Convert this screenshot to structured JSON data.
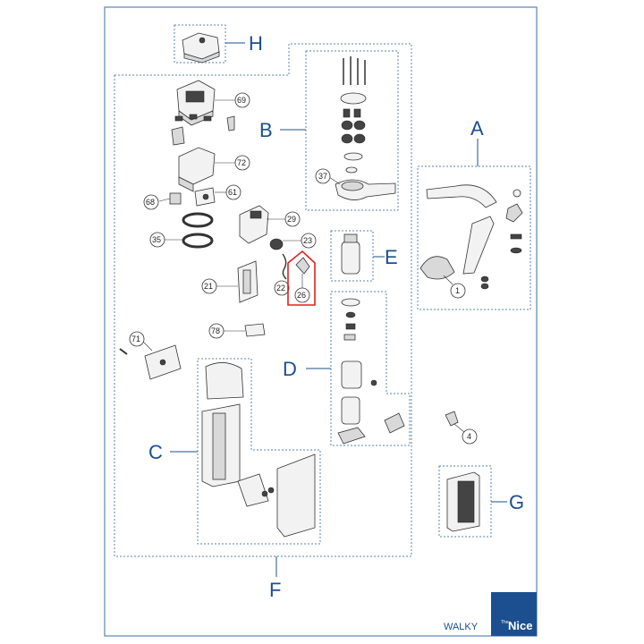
{
  "groups": {
    "A": "A",
    "B": "B",
    "C": "C",
    "D": "D",
    "E": "E",
    "F": "F",
    "G": "G",
    "H": "H"
  },
  "callouts": {
    "n69": "69",
    "n72": "72",
    "n61": "61",
    "n68": "68",
    "n29": "29",
    "n35": "35",
    "n23": "23",
    "n22": "22",
    "n26": "26",
    "n21": "21",
    "n37": "37",
    "n78": "78",
    "n71": "71",
    "n1": "1",
    "n4": "4"
  },
  "footer": {
    "model": "WALKY"
  },
  "logo": {
    "brand": "Nice",
    "sup": "The"
  },
  "colors": {
    "frame": "#5a86b3",
    "label": "#1c4f8f",
    "highlight": "#e02020",
    "logo_bg": "#1c4f8f"
  }
}
